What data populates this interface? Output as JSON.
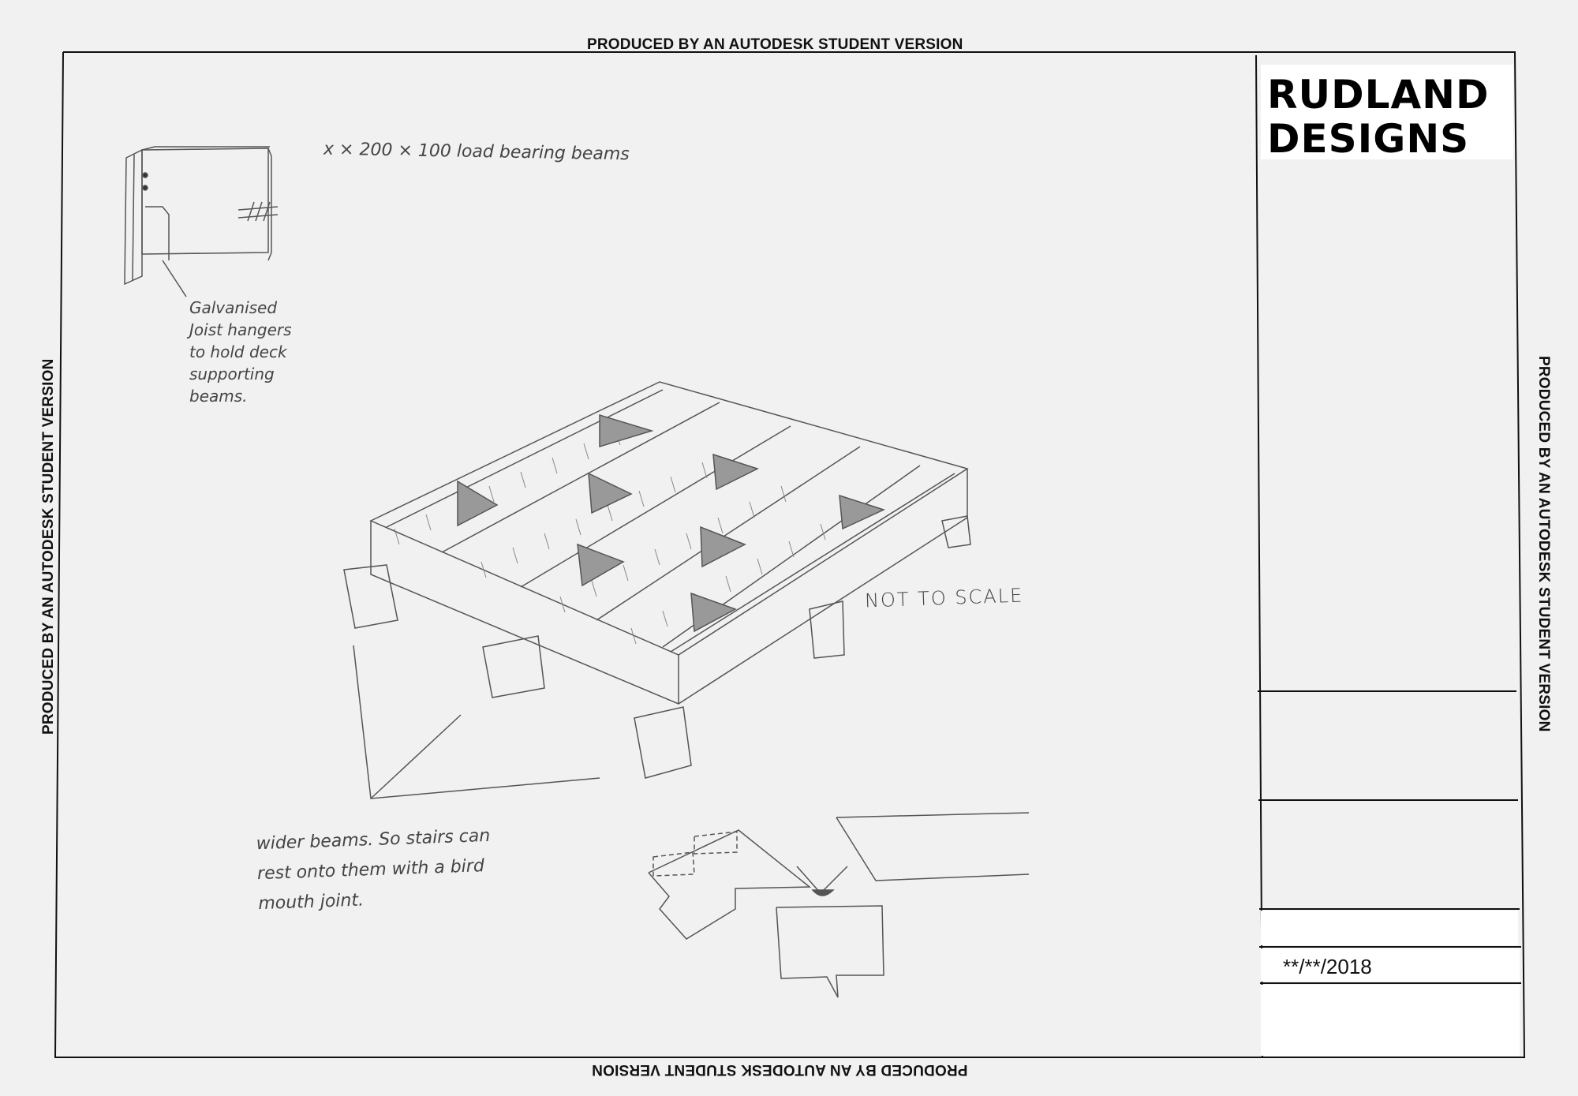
{
  "watermark": {
    "top": "PRODUCED BY AN AUTODESK STUDENT VERSION",
    "bottom": "PRODUCED BY AN AUTODESK STUDENT VERSION",
    "left": "PRODUCED BY AN AUTODESK STUDENT VERSION",
    "right": "PRODUCED BY AN AUTODESK STUDENT VERSION"
  },
  "title_block": {
    "company_line1": "RUDLAND",
    "company_line2": "DESIGNS",
    "date": "**/**/2018"
  },
  "notes": {
    "beams": "x × 200 × 100 load bearing beams",
    "galvanised": "Galvanised\nJoist hangers\nto hold deck\nsupporting\nbeams.",
    "not_to_scale": "NOT TO SCALE",
    "wider_beams": "wider beams. So stairs can\nrest onto them with a bird\nmouth joint."
  },
  "colors": {
    "paper": "#f1f1f1",
    "ink": "#111111",
    "pencil": "#555555"
  }
}
